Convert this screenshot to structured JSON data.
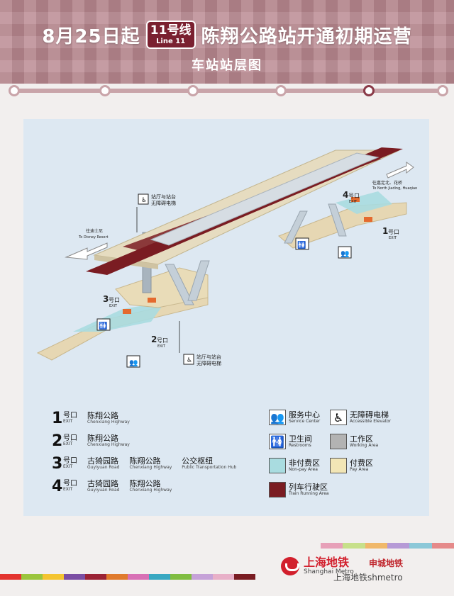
{
  "header": {
    "title_left": "8月25日起",
    "badge_line_cn": "11号线",
    "badge_line_en": "Line 11",
    "title_right": "陈翔公路站开通初期运营",
    "subtitle": "车站站层图"
  },
  "diagram": {
    "elevator_top_zh_1": "站厅与站台",
    "elevator_top_zh_2": "无障碍电梯",
    "elevator_bot_zh_1": "站厅与站台",
    "elevator_bot_zh_2": "无障碍电梯",
    "dir_left_zh": "往迪士尼",
    "dir_left_en": "To Disney Resort",
    "dir_right_zh": "往嘉定北、花桥",
    "dir_right_en": "To North Jiading, Huaqiao",
    "exit_label": "号口",
    "exit_en": "EXIT",
    "exit_1": "1",
    "exit_2": "2",
    "exit_3": "3",
    "exit_4": "4"
  },
  "exits": [
    {
      "no": "1",
      "tag_zh": "号口",
      "tag_en": "EXIT",
      "roads": [
        {
          "zh": "陈翔公路",
          "en": "Chenxiang Highway"
        }
      ]
    },
    {
      "no": "2",
      "tag_zh": "号口",
      "tag_en": "EXIT",
      "roads": [
        {
          "zh": "陈翔公路",
          "en": "Chenxiang Highway"
        }
      ]
    },
    {
      "no": "3",
      "tag_zh": "号口",
      "tag_en": "EXIT",
      "roads": [
        {
          "zh": "古猗园路",
          "en": "Guyiyuan Road"
        },
        {
          "zh": "陈翔公路",
          "en": "Chenxiang Highway"
        },
        {
          "zh": "公交枢纽",
          "en": "Public Transportation Hub"
        }
      ]
    },
    {
      "no": "4",
      "tag_zh": "号口",
      "tag_en": "EXIT",
      "roads": [
        {
          "zh": "古猗园路",
          "en": "Guyiyuan Road"
        },
        {
          "zh": "陈翔公路",
          "en": "Chenxiang Highway"
        }
      ]
    }
  ],
  "legend": {
    "service": {
      "zh": "服务中心",
      "en": "Service Center"
    },
    "elevator": {
      "zh": "无障碍电梯",
      "en": "Accessible Elevator"
    },
    "restroom": {
      "zh": "卫生间",
      "en": "Restrooms"
    },
    "working": {
      "zh": "工作区",
      "en": "Working Area"
    },
    "nonpay": {
      "zh": "非付费区",
      "en": "Non-pay Area"
    },
    "pay": {
      "zh": "付费区",
      "en": "Pay Area"
    },
    "train": {
      "zh": "列车行驶区",
      "en": "Train Running Area"
    }
  },
  "colors": {
    "working": "#b3b3b3",
    "nonpay": "#a9dce0",
    "pay": "#f2e6b6",
    "train": "#7a1c22"
  },
  "footer": {
    "logo_zh": "上海地铁",
    "logo_en": "Shanghai Metro",
    "right_zh": "申城地铁",
    "watermark": "上海地铁shmetro"
  }
}
